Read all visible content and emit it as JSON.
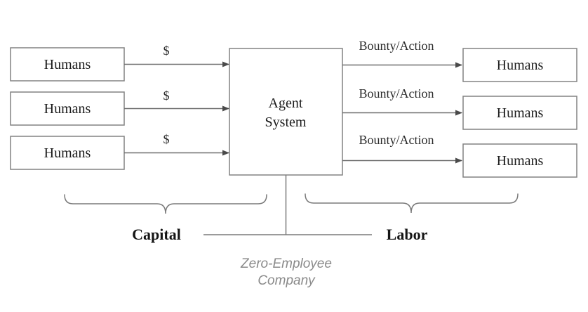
{
  "diagram": {
    "investors": [
      {
        "label": "Humans"
      },
      {
        "label": "Humans"
      },
      {
        "label": "Humans"
      }
    ],
    "agent_system": {
      "line1": "Agent",
      "line2": "System"
    },
    "workers": [
      {
        "label": "Humans"
      },
      {
        "label": "Humans"
      },
      {
        "label": "Humans"
      }
    ],
    "capital_flows": [
      {
        "label": "$"
      },
      {
        "label": "$"
      },
      {
        "label": "$"
      }
    ],
    "labor_flows": [
      {
        "label": "Bounty/Action"
      },
      {
        "label": "Bounty/Action"
      },
      {
        "label": "Bounty/Action"
      }
    ],
    "capital_group": {
      "label": "Capital"
    },
    "labor_group": {
      "label": "Labor"
    },
    "company": {
      "line1": "Zero-Employee",
      "line2": "Company"
    },
    "colors": {
      "box_border": "#828282",
      "arrow_line": "#6e6e6e",
      "arrowhead": "#4a4a4a",
      "text": "#1c1c1c",
      "muted_text": "#8a8a8a",
      "background": "#ffffff"
    }
  }
}
